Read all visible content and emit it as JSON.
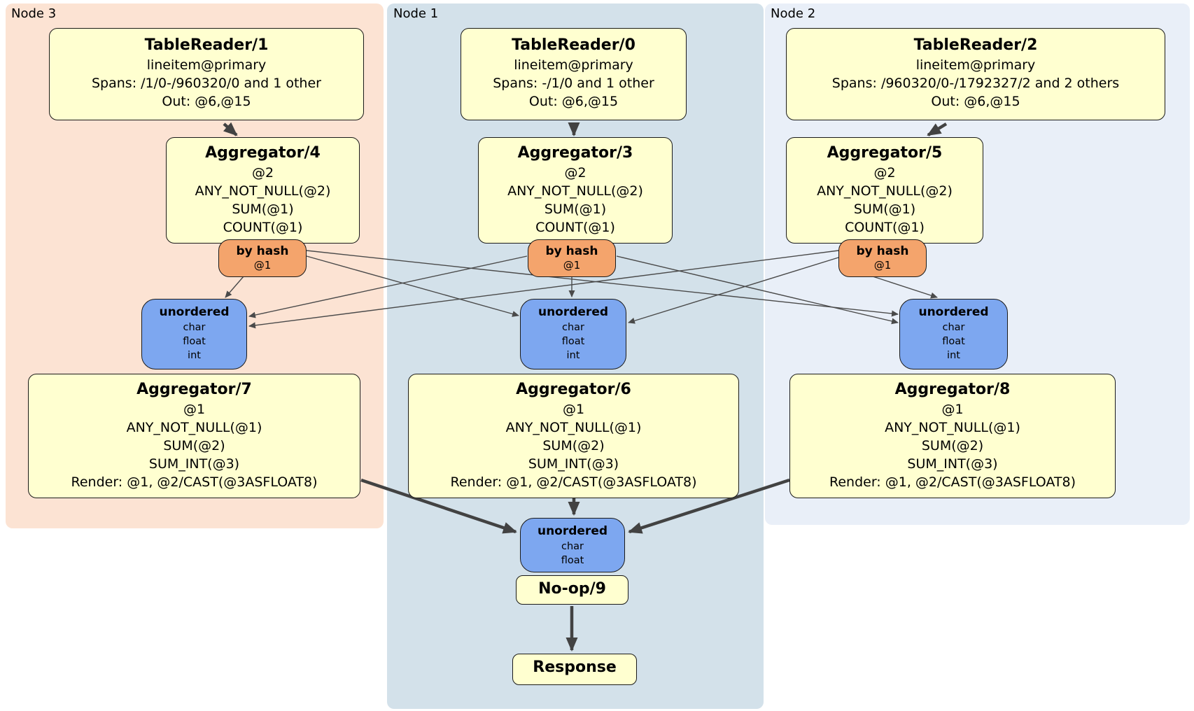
{
  "colors": {
    "panel_node3": "#fce3d3",
    "panel_node1": "#d3e1ea",
    "panel_node2": "#e9eff8",
    "processor_fill": "#ffffd0",
    "router_fill": "#f4a46c",
    "sync_fill": "#7da7f0",
    "box_border": "#1a1a1a",
    "edge_thin": "#4a4a4a",
    "edge_thick": "#424242"
  },
  "node3": {
    "label": "Node 3",
    "table_reader": {
      "title": "TableReader/1",
      "line1": "lineitem@primary",
      "line2": "Spans: /1/0-/960320/0 and 1 other",
      "line3": "Out: @6,@15"
    },
    "aggregator_first": {
      "title": "Aggregator/4",
      "line1": "@2",
      "line2": "ANY_NOT_NULL(@2)",
      "line3": "SUM(@1)",
      "line4": "COUNT(@1)"
    },
    "router": {
      "title": "by hash",
      "line1": "@1"
    },
    "sync": {
      "title": "unordered",
      "line1": "char",
      "line2": "float",
      "line3": "int"
    },
    "aggregator_final": {
      "title": "Aggregator/7",
      "line1": "@1",
      "line2": "ANY_NOT_NULL(@1)",
      "line3": "SUM(@2)",
      "line4": "SUM_INT(@3)",
      "line5": "Render: @1, @2/CAST(@3ASFLOAT8)"
    }
  },
  "node1": {
    "label": "Node 1",
    "table_reader": {
      "title": "TableReader/0",
      "line1": "lineitem@primary",
      "line2": "Spans: -/1/0 and 1 other",
      "line3": "Out: @6,@15"
    },
    "aggregator_first": {
      "title": "Aggregator/3",
      "line1": "@2",
      "line2": "ANY_NOT_NULL(@2)",
      "line3": "SUM(@1)",
      "line4": "COUNT(@1)"
    },
    "router": {
      "title": "by hash",
      "line1": "@1"
    },
    "sync": {
      "title": "unordered",
      "line1": "char",
      "line2": "float",
      "line3": "int"
    },
    "aggregator_final": {
      "title": "Aggregator/6",
      "line1": "@1",
      "line2": "ANY_NOT_NULL(@1)",
      "line3": "SUM(@2)",
      "line4": "SUM_INT(@3)",
      "line5": "Render: @1, @2/CAST(@3ASFLOAT8)"
    },
    "final_sync": {
      "title": "unordered",
      "line1": "char",
      "line2": "float"
    },
    "noop": {
      "title": "No-op/9"
    },
    "response": {
      "title": "Response"
    }
  },
  "node2": {
    "label": "Node 2",
    "table_reader": {
      "title": "TableReader/2",
      "line1": "lineitem@primary",
      "line2": "Spans: /960320/0-/1792327/2 and 2 others",
      "line3": "Out: @6,@15"
    },
    "aggregator_first": {
      "title": "Aggregator/5",
      "line1": "@2",
      "line2": "ANY_NOT_NULL(@2)",
      "line3": "SUM(@1)",
      "line4": "COUNT(@1)"
    },
    "router": {
      "title": "by hash",
      "line1": "@1"
    },
    "sync": {
      "title": "unordered",
      "line1": "char",
      "line2": "float",
      "line3": "int"
    },
    "aggregator_final": {
      "title": "Aggregator/8",
      "line1": "@1",
      "line2": "ANY_NOT_NULL(@1)",
      "line3": "SUM(@2)",
      "line4": "SUM_INT(@3)",
      "line5": "Render: @1, @2/CAST(@3ASFLOAT8)"
    }
  },
  "edges": [
    {
      "from": "TableReader/1",
      "to": "Aggregator/4"
    },
    {
      "from": "TableReader/0",
      "to": "Aggregator/3"
    },
    {
      "from": "TableReader/2",
      "to": "Aggregator/5"
    },
    {
      "from": "by hash (Node 3)",
      "to": "unordered (Node 3)"
    },
    {
      "from": "by hash (Node 3)",
      "to": "unordered (Node 1)"
    },
    {
      "from": "by hash (Node 3)",
      "to": "unordered (Node 2)"
    },
    {
      "from": "by hash (Node 1)",
      "to": "unordered (Node 3)"
    },
    {
      "from": "by hash (Node 1)",
      "to": "unordered (Node 1)"
    },
    {
      "from": "by hash (Node 1)",
      "to": "unordered (Node 2)"
    },
    {
      "from": "by hash (Node 2)",
      "to": "unordered (Node 3)"
    },
    {
      "from": "by hash (Node 2)",
      "to": "unordered (Node 1)"
    },
    {
      "from": "by hash (Node 2)",
      "to": "unordered (Node 2)"
    },
    {
      "from": "Aggregator/7",
      "to": "unordered (final)"
    },
    {
      "from": "Aggregator/6",
      "to": "unordered (final)"
    },
    {
      "from": "Aggregator/8",
      "to": "unordered (final)"
    },
    {
      "from": "No-op/9",
      "to": "Response"
    }
  ]
}
